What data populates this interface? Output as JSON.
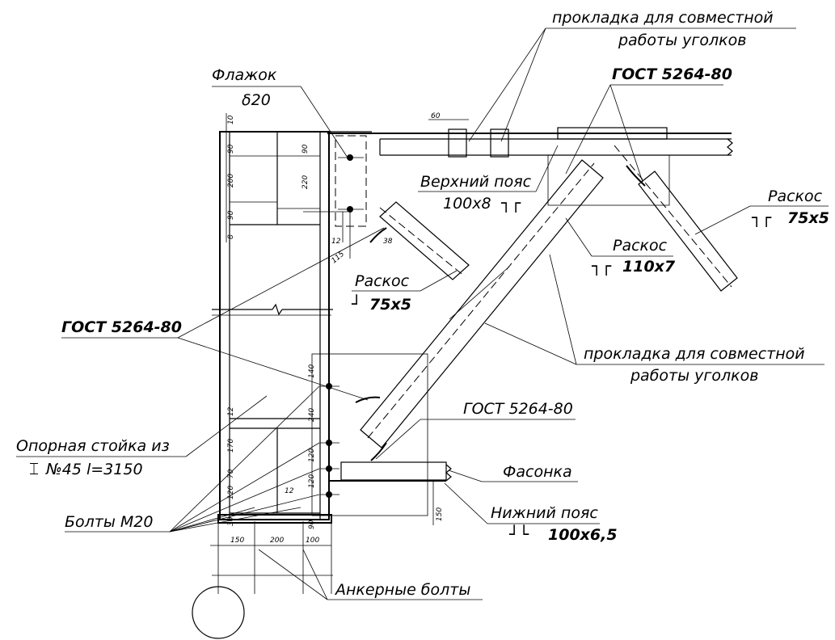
{
  "labels": {
    "spacer_top_line1": "прокладка для совместной",
    "spacer_top_line2": "работы уголков",
    "gost_top": "ГОСТ 5264-80",
    "flag_title": "Флажок",
    "flag_thickness": "δ20",
    "top_chord_title": "Верхний пояс",
    "top_chord_size": "100х8",
    "brace_right_title": "Раскос",
    "brace_right_size": "75х5",
    "brace_mid_title": "Раскос",
    "brace_mid_size": "110х7",
    "brace_left_title": "Раскос",
    "brace_left_size": "75х5",
    "gost_left": "ГОСТ 5264-80",
    "spacer_mid_line1": "прокладка для совместной",
    "spacer_mid_line2": "работы уголков",
    "gost_bottom": "ГОСТ 5264-80",
    "column_line1": "Опорная стойка из",
    "column_line2": "№45 l=3150",
    "gusset": "Фасонка",
    "bottom_chord_title": "Нижний пояс",
    "bottom_chord_size": "100х6,5",
    "bolts": "Болты М20",
    "anchor_bolts": "Анкерные болты"
  },
  "dims": {
    "d10": "10",
    "d90a": "90",
    "d200": "200",
    "d90b": "90",
    "d8": "8",
    "d90c": "90",
    "d220": "220",
    "d60": "60",
    "d12a": "12",
    "d38": "38",
    "d115": "115",
    "d140": "140",
    "d240": "240",
    "d12b": "12",
    "d170": "170",
    "d70": "70",
    "d120a": "120",
    "d30": "30",
    "d120b": "120",
    "d12c": "12",
    "d120c": "120",
    "d90d": "90",
    "d150a": "150",
    "d150b": "150",
    "d200b": "200",
    "d100": "100"
  }
}
